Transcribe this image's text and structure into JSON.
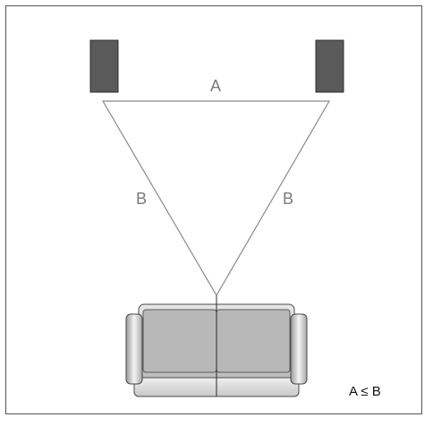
{
  "labels": {
    "top_side": "A",
    "left_side": "B",
    "right_side": "B",
    "relation": "A ≤ B"
  },
  "colors": {
    "speaker": "#5a5a5a",
    "triangle_stroke": "#8a8a8a",
    "label_text": "#7a7a7a",
    "sofa_cushion": "#b8b8b8",
    "sofa_frame": "#e4e4e4",
    "frame_border": "#555555"
  }
}
